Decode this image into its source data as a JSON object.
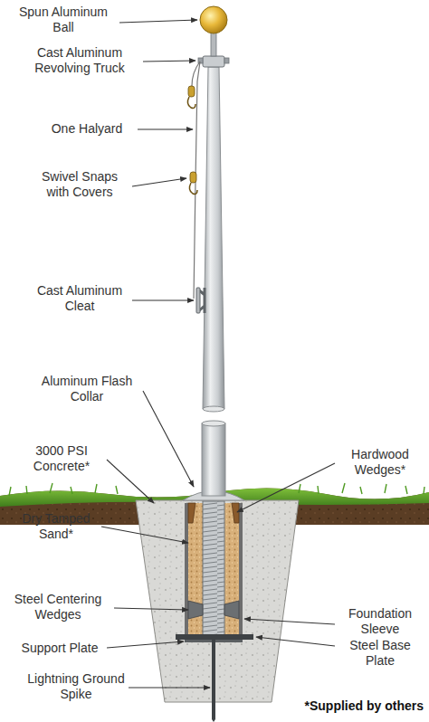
{
  "diagram": {
    "labels": [
      "Spun Aluminum Ball",
      "Cast Aluminum Revolving Truck",
      "One Halyard",
      "Swivel Snaps with Covers",
      "Cast Aluminum Cleat",
      "Aluminum Flash Collar",
      "3000 PSI Concrete*",
      "Hardwood Wedges*",
      "Dry Tamped Sand*",
      "Steel Centering Wedges",
      "Foundation Sleeve",
      "Support Plate",
      "Steel Base Plate",
      "Lightning Ground Spike",
      "*Supplied by others"
    ]
  }
}
